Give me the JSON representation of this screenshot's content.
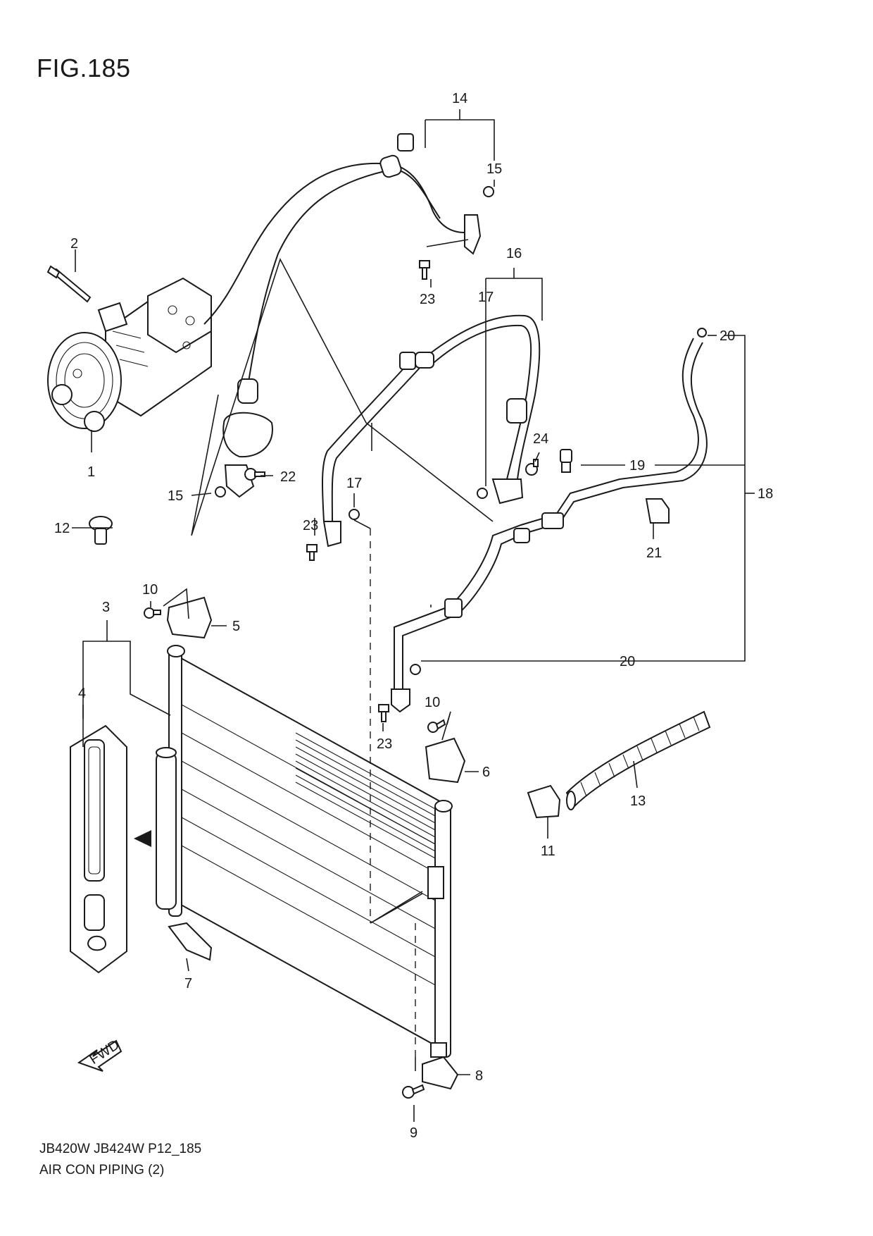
{
  "figure": {
    "title": "FIG.185",
    "model_code": "JB420W JB424W P12_185",
    "section_name": "AIR CON PIPING (2)"
  },
  "callouts": {
    "c1": "1",
    "c2": "2",
    "c3": "3",
    "c4": "4",
    "c5": "5",
    "c6": "6",
    "c7": "7",
    "c8": "8",
    "c9": "9",
    "c10a": "10",
    "c10b": "10",
    "c11": "11",
    "c12": "12",
    "c13": "13",
    "c14": "14",
    "c15a": "15",
    "c15b": "15",
    "c16": "16",
    "c17a": "17",
    "c17b": "17",
    "c18": "18",
    "c19": "19",
    "c20a": "20",
    "c20b": "20",
    "c21": "21",
    "c22": "22",
    "c23a": "23",
    "c23b": "23",
    "c23c": "23",
    "c24": "24"
  },
  "fwd_label": "FWD",
  "colors": {
    "ink": "#1a1a1a",
    "paper": "#ffffff"
  }
}
